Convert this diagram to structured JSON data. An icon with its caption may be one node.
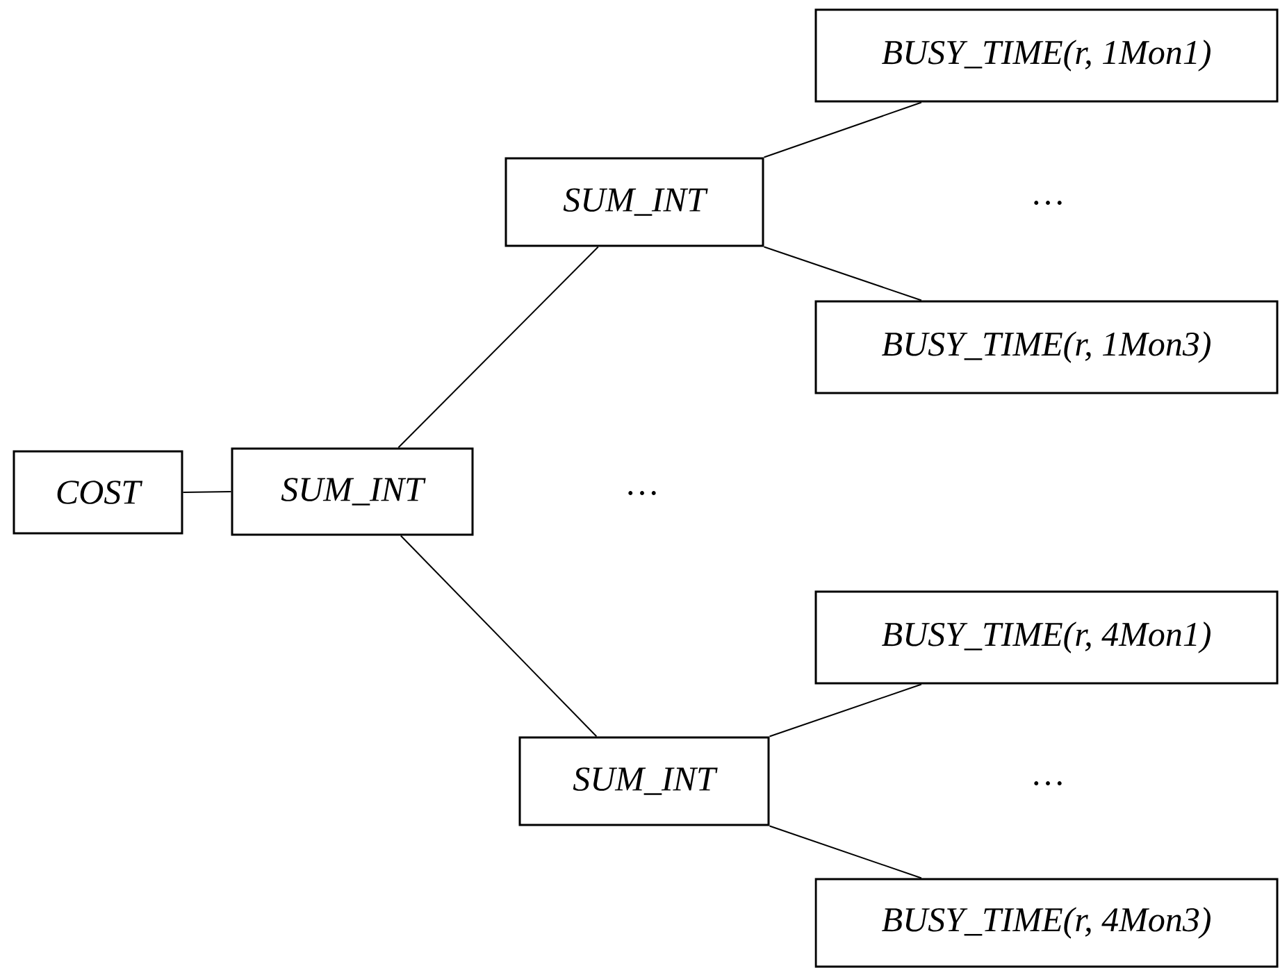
{
  "diagram": {
    "nodes": [
      {
        "text": [
          "COST"
        ]
      },
      {
        "text": [
          "SUM_INT"
        ]
      },
      {
        "text": [
          "SUM_INT"
        ]
      },
      {
        "text": [
          "BUSY_TIME(r, 1Mon1)"
        ]
      },
      {
        "text": [
          "BUSY_TIME(r, 1Mon3)"
        ]
      },
      {
        "text": [
          "SUM_INT"
        ]
      },
      {
        "text": [
          "BUSY_TIME(r, 4Mon1)"
        ]
      },
      {
        "text": [
          "BUSY_TIME(r, 4Mon3)"
        ]
      }
    ],
    "edges": [
      {
        "from": 0,
        "to": 1,
        "arrow": "none"
      },
      {
        "from": 1,
        "to": 2,
        "arrow": "none"
      },
      {
        "from": 2,
        "to": 3,
        "arrow": "none"
      },
      {
        "from": 2,
        "to": 4,
        "arrow": "none"
      },
      {
        "from": 1,
        "to": 5,
        "arrow": "none"
      },
      {
        "from": 5,
        "to": 6,
        "arrow": "none"
      },
      {
        "from": 5,
        "to": 7,
        "arrow": "none"
      }
    ],
    "labels": [
      "…",
      "…",
      "…"
    ]
  }
}
